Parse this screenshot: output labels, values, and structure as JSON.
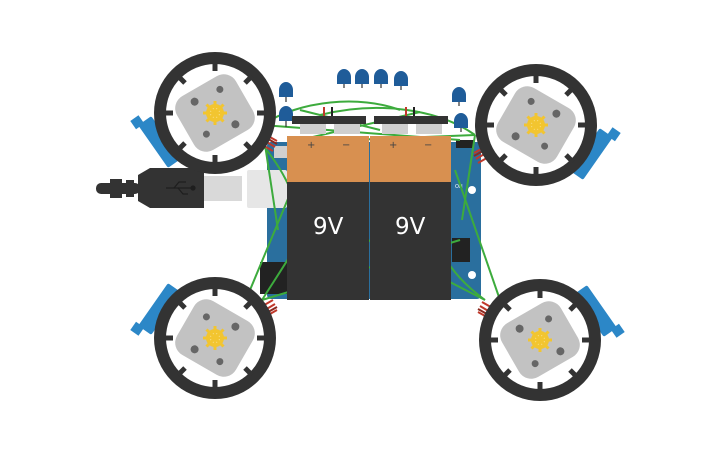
{
  "batteries": [
    {
      "label": "9V",
      "plus": "+",
      "minus": "−"
    },
    {
      "label": "9V",
      "plus": "+",
      "minus": "−"
    }
  ],
  "board": {
    "power_label": "ON"
  },
  "colors": {
    "wheel": "#333333",
    "motor": "#c2c2c2",
    "gear": "#f2c530",
    "bracket": "#2c87c7",
    "board": "#2a6f9e",
    "battery_top": "#d89050",
    "battery_body": "#333333",
    "wire_green": "#3dab3d",
    "wire_red": "#c0392b",
    "capacitor": "#1f5c99"
  },
  "icons": [
    "usb-plug-icon",
    "usb-symbol-icon"
  ]
}
